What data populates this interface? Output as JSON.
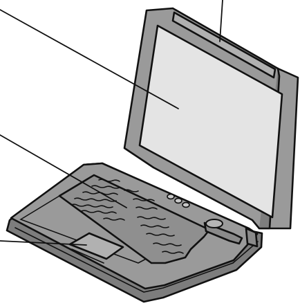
{
  "diagram": {
    "subject": "laptop",
    "colors": {
      "body": "#9a9a9a",
      "body_dark": "#7d7d7d",
      "screen": "#e4e4e4",
      "outline": "#111111",
      "background": "#ffffff"
    },
    "leaders": [
      {
        "target": "antenna-panel"
      },
      {
        "target": "display-screen"
      },
      {
        "target": "keyboard"
      },
      {
        "target": "touchpad"
      }
    ]
  }
}
